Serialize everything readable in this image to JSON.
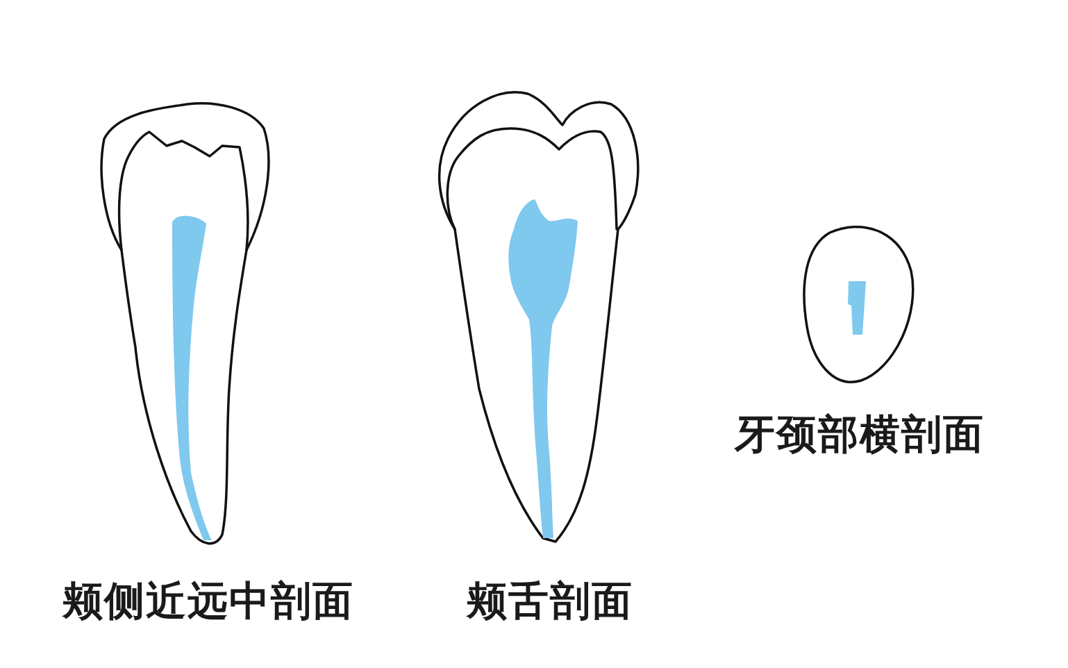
{
  "diagram": {
    "labels": [
      "颊侧近远中剖面",
      "颊舌剖面",
      "牙颈部横剖面"
    ]
  }
}
